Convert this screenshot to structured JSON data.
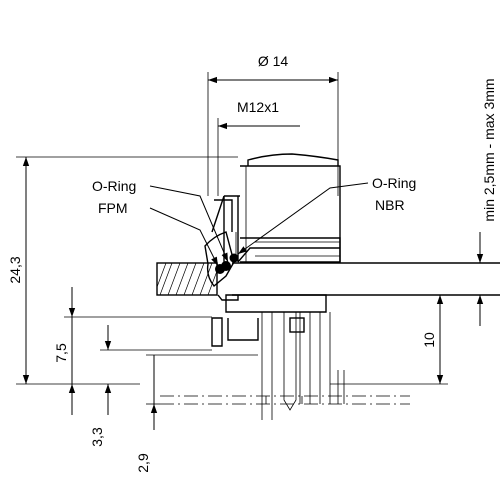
{
  "dimensions": {
    "diameter": "Ø 14",
    "thread": "M12x1",
    "panel_thickness": "min 2,5mm - max 3mm",
    "total_height": "24,3",
    "depth_below_panel": "10",
    "height_7_5": "7,5",
    "height_3_3": "3,3",
    "height_2_9": "2,9"
  },
  "labels": {
    "oring_fpm_line1": "O-Ring",
    "oring_fpm_line2": "FPM",
    "oring_nbr_line1": "O-Ring",
    "oring_nbr_line2": "NBR"
  }
}
